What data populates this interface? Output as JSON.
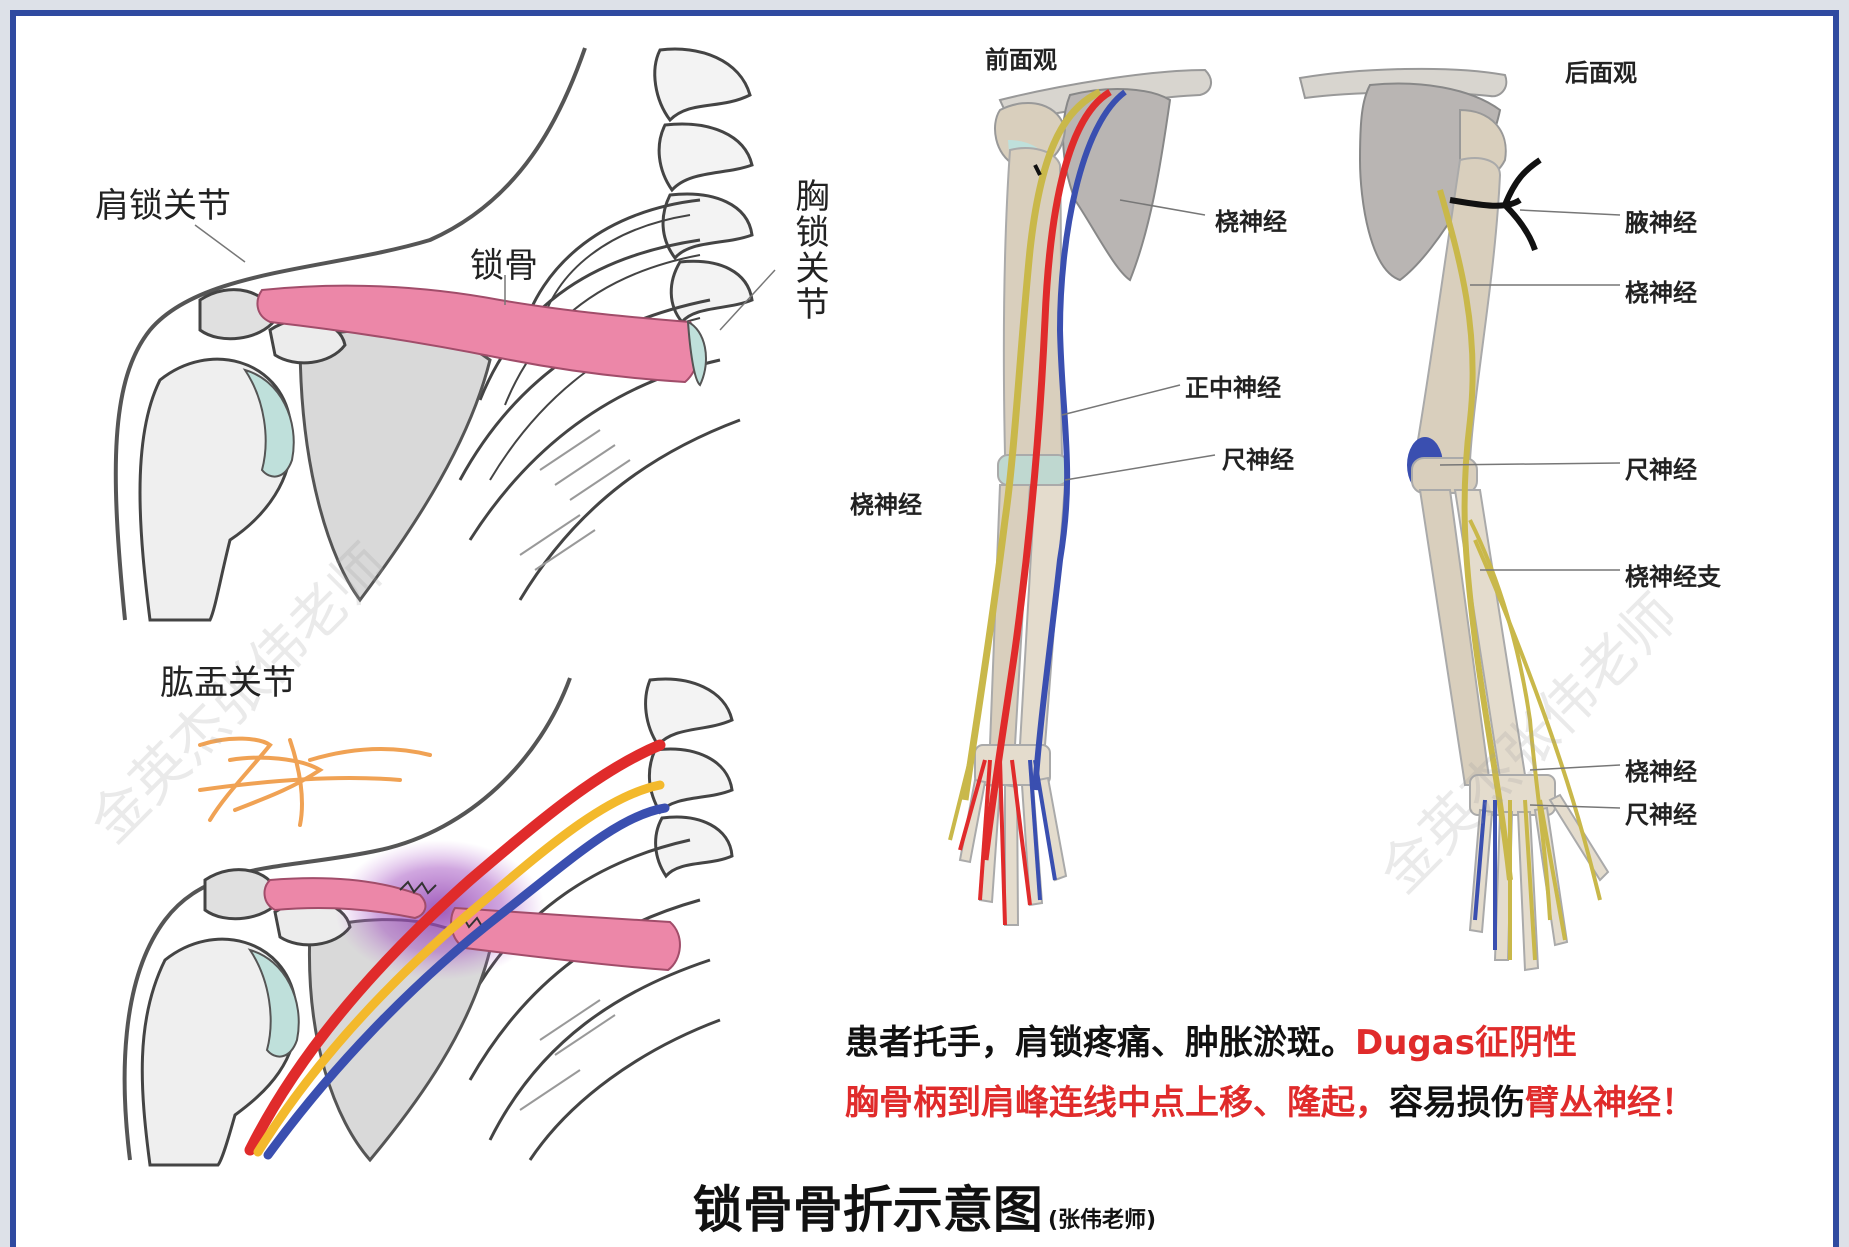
{
  "top_left_labels": {
    "ac_joint": "肩锁关节",
    "clavicle": "锁骨",
    "sc_joint": "胸锁关节"
  },
  "bottom_left_labels": {
    "gh_joint": "肱盂关节"
  },
  "front_view": {
    "title": "前面观",
    "radial_top": "桡神经",
    "median": "正中神经",
    "ulnar": "尺神经",
    "radial_left": "桡神经"
  },
  "back_view": {
    "title": "后面观",
    "axillary": "腋神经",
    "radial": "桡神经",
    "ulnar": "尺神经",
    "radial_branch": "桡神经支",
    "radial_hand": "桡神经",
    "ulnar_hand": "尺神经"
  },
  "caption": {
    "line1_black": "患者托手，肩锁疼痛、肿胀淤斑。",
    "line1_red": "Dugas征阴性",
    "line2_red_a": "胸骨柄到肩峰连线中点上移、隆起，",
    "line2_black": "容易损伤",
    "line2_red_b": "臂丛神经！"
  },
  "title": {
    "main": "锁骨骨折示意图",
    "sub": "(张伟老师)"
  },
  "colors": {
    "frame": "#2f4aa0",
    "clavicle": "#ec87a8",
    "artery": "#e02b2b",
    "nerve": "#f3b92c",
    "vein": "#3a4fb0",
    "arm_nerve": "#c9b84a",
    "bruise": "#8e3fae",
    "bone": "#d9cfbd",
    "scapula": "#b9b5b3"
  }
}
